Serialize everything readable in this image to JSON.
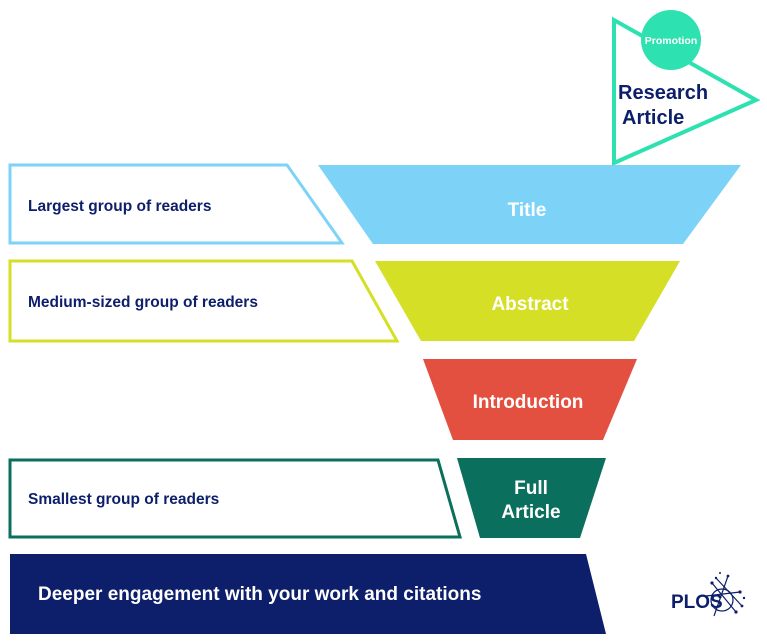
{
  "flag": {
    "badge": "Promotion",
    "title_line1": "Research",
    "title_line2": "Article"
  },
  "funnel": [
    {
      "label": "Title",
      "color": "#7dd3f7"
    },
    {
      "label": "Abstract",
      "color": "#d5df26"
    },
    {
      "label": "Introduction",
      "color": "#e35040"
    },
    {
      "label_line1": "Full",
      "label_line2": "Article",
      "color": "#0b6f5d"
    }
  ],
  "audience": [
    {
      "text": "Largest group of readers",
      "color": "#7dd3f7"
    },
    {
      "text": "Medium-sized  group of readers",
      "color": "#d5df26"
    },
    {
      "text": "Smallest group of readers",
      "color": "#0b6f5d"
    }
  ],
  "bottom_banner": {
    "text": "Deeper engagement with your work and citations",
    "color": "#0d1f6b"
  },
  "logo": {
    "text": "PLOS",
    "color": "#0d1f6b"
  },
  "colors": {
    "navy_text": "#0d1f6b",
    "flag_green": "#2de2b0"
  }
}
